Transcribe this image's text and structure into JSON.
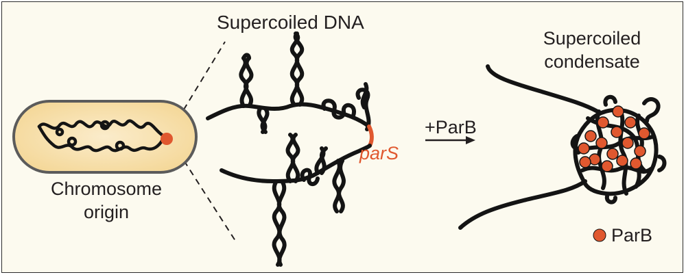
{
  "labels": {
    "supercoiled_dna": "Supercoiled DNA",
    "chromosome": "Chromosome",
    "origin": "origin",
    "pars": "parS",
    "add_parb": "+ParB",
    "condensate_line1": "Supercoiled",
    "condensate_line2": "condensate",
    "legend_parb": "ParB"
  },
  "colors": {
    "background": "#fcfaef",
    "cell_fill": "#f7dda6",
    "cell_outline": "#5b5b5b",
    "dna": "#141414",
    "parb": "#e0582f",
    "pars": "#e0582f"
  }
}
